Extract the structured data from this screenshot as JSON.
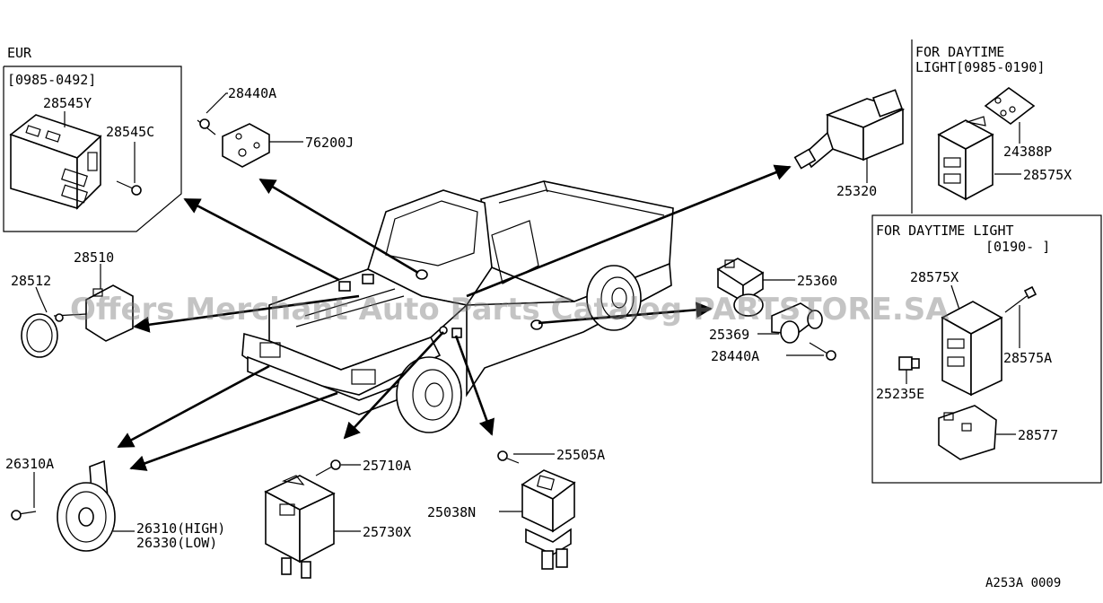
{
  "watermark": "Offers Merchant Auto Parts Catalog PARTSTORE.SA",
  "diagram_code": "A253A 0009",
  "boxes": {
    "eur": {
      "region": "EUR",
      "date_range": "[0985-0492]"
    },
    "daytime_early": {
      "line1": "FOR DAYTIME",
      "line2": "LIGHT[0985-0190]"
    },
    "daytime_late": {
      "line1": "FOR DAYTIME LIGHT",
      "line2": "[0190-      ]"
    }
  },
  "parts": {
    "p28545Y": "28545Y",
    "p28545C": "28545C",
    "p28440A_top": "28440A",
    "p76200J": "76200J",
    "p25320": "25320",
    "p24388P": "24388P",
    "p28575X_top": "28575X",
    "p28575X_box": "28575X",
    "p28575A": "28575A",
    "p25235E": "25235E",
    "p28577": "28577",
    "p28510": "28510",
    "p28512": "28512",
    "p25360": "25360",
    "p25369": "25369",
    "p28440A_right": "28440A",
    "p26310A": "26310A",
    "p26310": "26310(HIGH)",
    "p26330": "26330(LOW)",
    "p25710A": "25710A",
    "p25730X": "25730X",
    "p25505A": "25505A",
    "p25038N": "25038N"
  }
}
